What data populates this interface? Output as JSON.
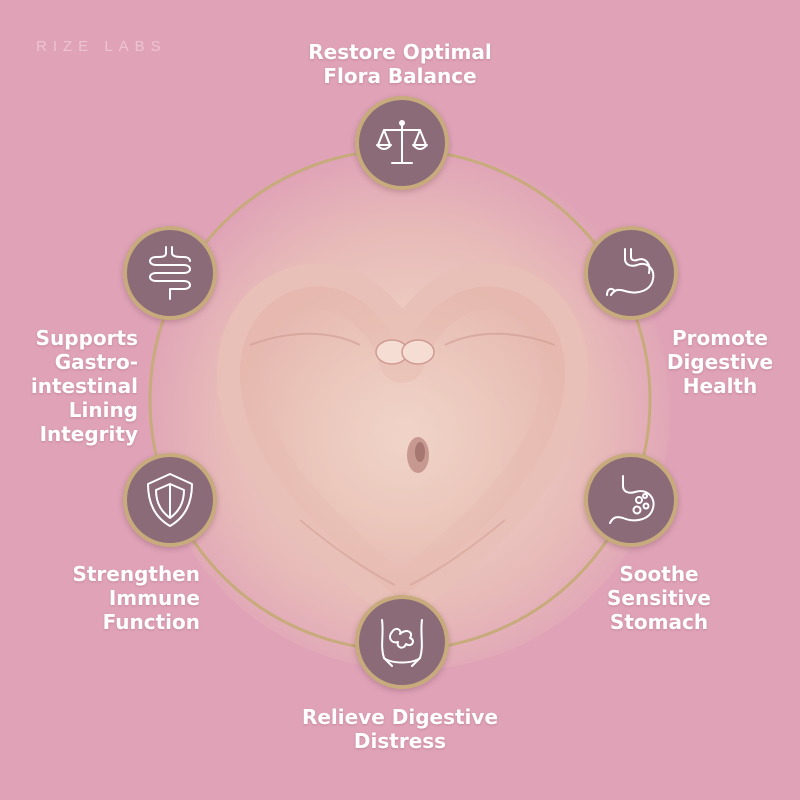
{
  "brand": "RIZE LABS",
  "benefits": [
    {
      "lines": [
        "Restore Optimal",
        "Flora Balance"
      ],
      "icon": "scales-icon"
    },
    {
      "lines": [
        "Promote",
        "Digestive",
        "Health"
      ],
      "icon": "stomach-icon"
    },
    {
      "lines": [
        "Soothe",
        "Sensitive",
        "Stomach"
      ],
      "icon": "stomach-bubbles-icon"
    },
    {
      "lines": [
        "Relieve Digestive",
        "Distress"
      ],
      "icon": "torso-pain-icon"
    },
    {
      "lines": [
        "Strengthen",
        "Immune",
        "Function"
      ],
      "icon": "shield-icon"
    },
    {
      "lines": [
        "Supports",
        "Gastro-",
        "intestinal",
        "Lining",
        "Integrity"
      ],
      "icon": "intestine-icon"
    }
  ],
  "colors": {
    "background": "#dfa2b7",
    "badge": "#8c6b78",
    "ring": "#c7ab7c",
    "text": "#ffffff"
  }
}
